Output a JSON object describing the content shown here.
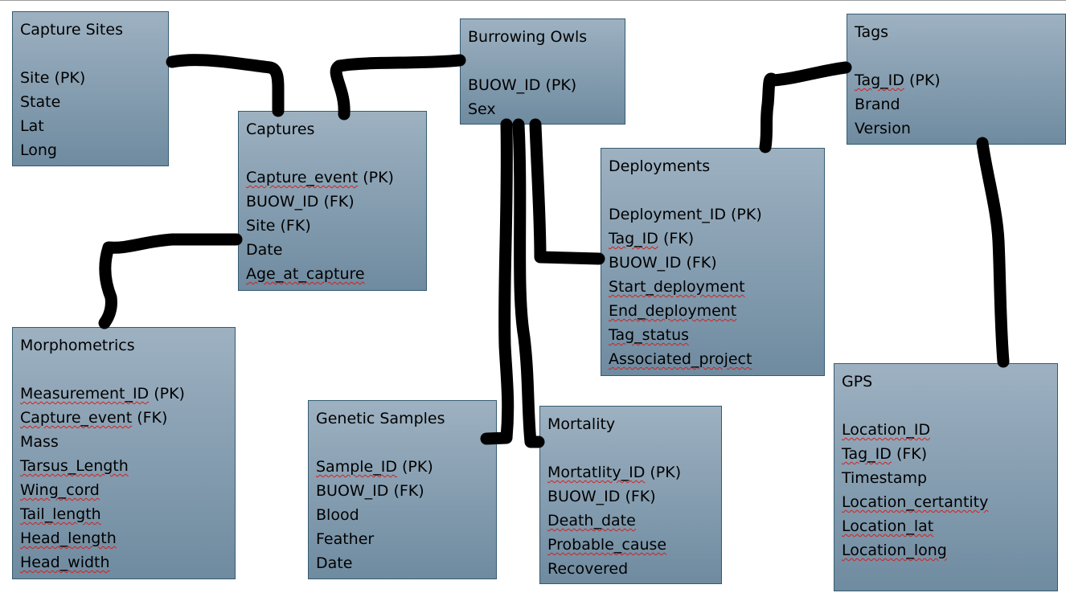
{
  "tables": [
    {
      "id": "capture-sites",
      "title": "Capture Sites",
      "fields": [
        {
          "name": "Site",
          "key": "(PK)",
          "squiggle": false
        },
        {
          "name": "State",
          "key": "",
          "squiggle": false
        },
        {
          "name": "Lat",
          "key": "",
          "squiggle": false
        },
        {
          "name": "Long",
          "key": "",
          "squiggle": false
        }
      ]
    },
    {
      "id": "burrowing-owls",
      "title": "Burrowing Owls",
      "fields": [
        {
          "name": "BUOW_ID",
          "key": "(PK)",
          "squiggle": false
        },
        {
          "name": "Sex",
          "key": "",
          "squiggle": false
        }
      ]
    },
    {
      "id": "tags",
      "title": "Tags",
      "fields": [
        {
          "name": "Tag_ID",
          "key": "(PK)",
          "squiggle": true
        },
        {
          "name": "Brand",
          "key": "",
          "squiggle": false
        },
        {
          "name": "Version",
          "key": "",
          "squiggle": false
        }
      ]
    },
    {
      "id": "captures",
      "title": "Captures",
      "fields": [
        {
          "name": "Capture_event",
          "key": "(PK)",
          "squiggle": true
        },
        {
          "name": "BUOW_ID",
          "key": "(FK)",
          "squiggle": false
        },
        {
          "name": "Site",
          "key": "(FK)",
          "squiggle": false
        },
        {
          "name": "Date",
          "key": "",
          "squiggle": false
        },
        {
          "name": "Age_at_capture",
          "key": "",
          "squiggle": true
        }
      ]
    },
    {
      "id": "deployments",
      "title": "Deployments",
      "fields": [
        {
          "name": "Deployment_ID",
          "key": "(PK)",
          "squiggle": false
        },
        {
          "name": "Tag_ID",
          "key": "(FK)",
          "squiggle": true
        },
        {
          "name": "BUOW_ID",
          "key": "(FK)",
          "squiggle": false
        },
        {
          "name": "Start_deployment",
          "key": "",
          "squiggle": true
        },
        {
          "name": "End_deployment",
          "key": "",
          "squiggle": true
        },
        {
          "name": "Tag_status",
          "key": "",
          "squiggle": true
        },
        {
          "name": "Associated_project",
          "key": "",
          "squiggle": true
        }
      ]
    },
    {
      "id": "morphometrics",
      "title": "Morphometrics",
      "fields": [
        {
          "name": "Measurement_ID",
          "key": "(PK)",
          "squiggle": true
        },
        {
          "name": "Capture_event",
          "key": "(FK)",
          "squiggle": true
        },
        {
          "name": "Mass",
          "key": "",
          "squiggle": false
        },
        {
          "name": "Tarsus_Length",
          "key": "",
          "squiggle": true
        },
        {
          "name": "Wing_cord",
          "key": "",
          "squiggle": true
        },
        {
          "name": "Tail_length",
          "key": "",
          "squiggle": true
        },
        {
          "name": "Head_length",
          "key": "",
          "squiggle": true
        },
        {
          "name": "Head_width",
          "key": "",
          "squiggle": true
        }
      ]
    },
    {
      "id": "genetic-samples",
      "title": "Genetic Samples",
      "fields": [
        {
          "name": "Sample_ID",
          "key": "(PK)",
          "squiggle": true
        },
        {
          "name": "BUOW_ID",
          "key": "(FK)",
          "squiggle": false
        },
        {
          "name": "Blood",
          "key": "",
          "squiggle": false
        },
        {
          "name": "Feather",
          "key": "",
          "squiggle": false
        },
        {
          "name": "Date",
          "key": "",
          "squiggle": false
        }
      ]
    },
    {
      "id": "mortality",
      "title": "Mortality",
      "fields": [
        {
          "name": "Mortatlity_ID",
          "key": "(PK)",
          "squiggle": true
        },
        {
          "name": "BUOW_ID",
          "key": "(FK)",
          "squiggle": false
        },
        {
          "name": "Death_date",
          "key": "",
          "squiggle": true
        },
        {
          "name": "Probable_cause",
          "key": "",
          "squiggle": true
        },
        {
          "name": "Recovered",
          "key": "",
          "squiggle": false
        }
      ]
    },
    {
      "id": "gps",
      "title": "GPS",
      "fields": [
        {
          "name": "Location_ID",
          "key": "",
          "squiggle": true
        },
        {
          "name": "Tag_ID",
          "key": "(FK)",
          "squiggle": true
        },
        {
          "name": "Timestamp",
          "key": "",
          "squiggle": false
        },
        {
          "name": "Location_certantity",
          "key": "",
          "squiggle": true
        },
        {
          "name": "Location_lat",
          "key": "",
          "squiggle": true
        },
        {
          "name": "Location_long",
          "key": "",
          "squiggle": true
        }
      ]
    }
  ],
  "colors": {
    "box_top": "#9db1c1",
    "box_bottom": "#6f8ba0",
    "box_border": "#355b72",
    "connector": "#000000",
    "squiggle": "#d22020"
  }
}
